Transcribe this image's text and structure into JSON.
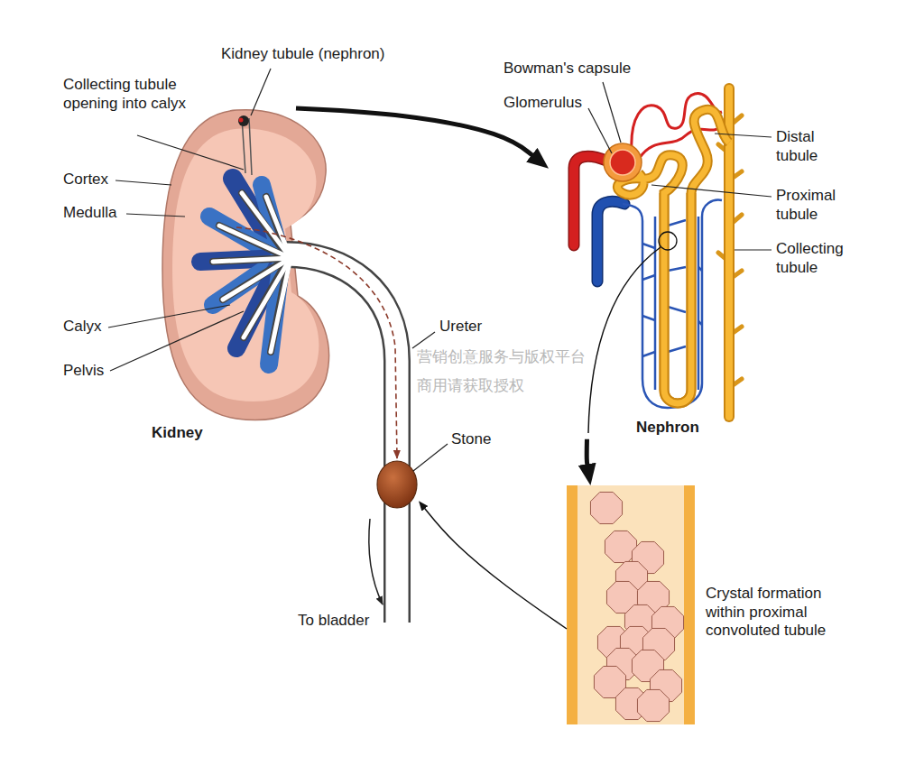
{
  "diagram": {
    "nodes": [
      {
        "text": [
          "Kidney"
        ]
      },
      {
        "text": [
          "Nephron"
        ]
      },
      {
        "text": [
          "Crystal formation within proximal convoluted tubule"
        ]
      },
      {
        "text": [
          "Stone"
        ]
      }
    ],
    "edges": [
      {
        "from": 0,
        "to": 1,
        "arrow": "to"
      },
      {
        "from": 1,
        "to": 2,
        "arrow": "to"
      },
      {
        "from": 2,
        "to": 3,
        "arrow": "to"
      }
    ],
    "labels": [
      "Kidney tubule (nephron)",
      "Collecting tubule opening into calyx",
      "Cortex",
      "Medulla",
      "Calyx",
      "Pelvis",
      "Ureter",
      "To bladder",
      "Bowman's capsule",
      "Glomerulus",
      "Distal tubule",
      "Proximal tubule",
      "Collecting tubule",
      "营销创意服务与版权平台",
      "商用请获取授权"
    ]
  }
}
